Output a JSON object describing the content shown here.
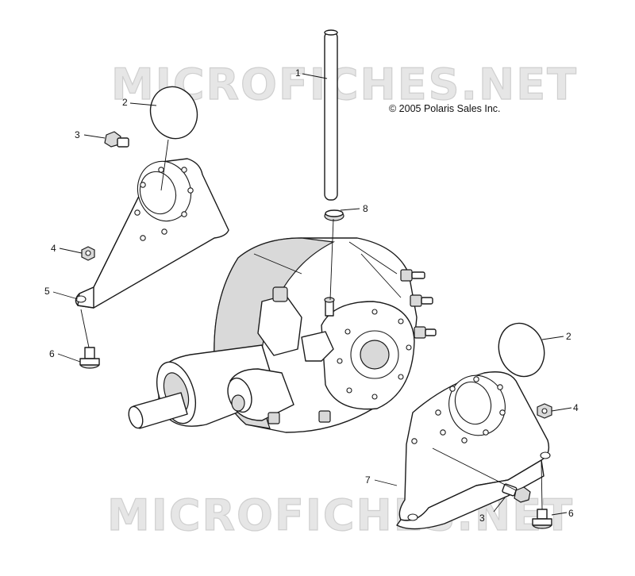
{
  "watermark": "MICROFICHES.NET",
  "copyright": "© 2005 Polaris Sales Inc.",
  "callouts": {
    "c1": "1",
    "c2_left": "2",
    "c2_right": "2",
    "c3_left": "3",
    "c3_right": "3",
    "c4_left": "4",
    "c4_right": "4",
    "c5": "5",
    "c6_left": "6",
    "c6_right": "6",
    "c7": "7",
    "c8": "8"
  }
}
